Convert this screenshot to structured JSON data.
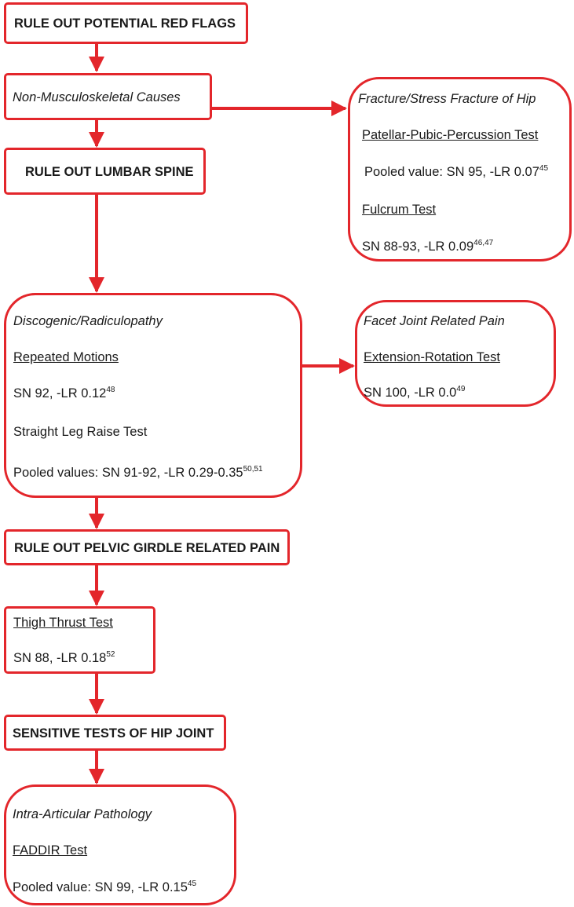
{
  "colors": {
    "accent": "#e3262b",
    "text": "#1a1a1a",
    "background": "#ffffff"
  },
  "red_flags": {
    "title": "RULE OUT POTENTIAL RED FLAGS"
  },
  "non_msk": {
    "label": "Non-Musculoskeletal Causes"
  },
  "fracture": {
    "title": "Fracture/Stress Fracture of Hip",
    "test1": "Patellar-Pubic-Percussion Test",
    "test1_value": "Pooled value: SN 95, -LR 0.07",
    "test1_ref": "45",
    "test2": "Fulcrum Test",
    "test2_value": "SN 88-93, -LR 0.09",
    "test2_ref": "46,47"
  },
  "lumbar": {
    "title": "RULE OUT LUMBAR SPINE"
  },
  "discogenic": {
    "title": "Discogenic/Radiculopathy",
    "test1": "Repeated Motions",
    "test1_value": "SN 92, -LR 0.12",
    "test1_ref": "48",
    "test2": "Straight Leg Raise Test",
    "test2_value": "Pooled values: SN 91-92, -LR 0.29-0.35",
    "test2_ref": "50,51"
  },
  "facet": {
    "title": "Facet Joint Related Pain",
    "test": "Extension-Rotation Test",
    "value": "SN 100, -LR 0.0",
    "ref": "49"
  },
  "pelvic": {
    "title": "RULE OUT PELVIC GIRDLE RELATED PAIN"
  },
  "thigh": {
    "test": "Thigh Thrust Test",
    "value": "SN 88, -LR 0.18",
    "ref": "52"
  },
  "hip_tests": {
    "title": "SENSITIVE TESTS OF HIP JOINT"
  },
  "intra": {
    "title": "Intra-Articular Pathology",
    "test": "FADDIR Test",
    "value": "Pooled value: SN 99, -LR 0.15",
    "ref": "45"
  }
}
